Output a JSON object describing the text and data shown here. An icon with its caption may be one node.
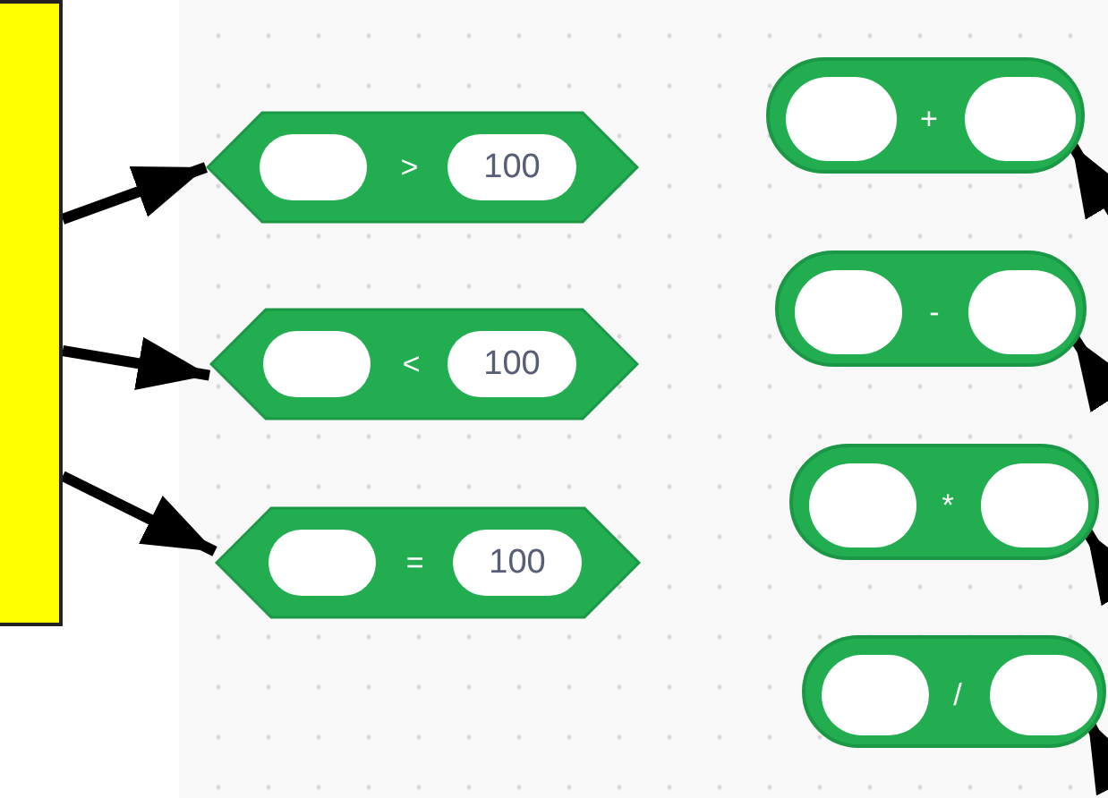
{
  "diagram": {
    "nodes": [
      {
        "text": [],
        "shape": "box"
      },
      {
        "text": [
          ">"
        ]
      },
      {
        "text": [],
        "shape": "oval",
        "in": 1
      },
      {
        "text": [
          "100"
        ],
        "in": 1
      },
      {
        "text": [
          "<"
        ]
      },
      {
        "text": [],
        "shape": "oval",
        "in": 4
      },
      {
        "text": [
          "100"
        ],
        "in": 4
      },
      {
        "text": [
          "="
        ]
      },
      {
        "text": [],
        "shape": "oval",
        "in": 7
      },
      {
        "text": [
          "100"
        ],
        "in": 7
      },
      {
        "text": [
          "+"
        ]
      },
      {
        "text": [],
        "shape": "oval",
        "in": 10
      },
      {
        "text": [],
        "shape": "oval",
        "in": 10
      },
      {
        "text": [
          "-"
        ]
      },
      {
        "text": [],
        "shape": "oval",
        "in": 13
      },
      {
        "text": [],
        "shape": "oval",
        "in": 13
      },
      {
        "text": [
          "*"
        ]
      },
      {
        "text": [],
        "shape": "oval",
        "in": 16
      },
      {
        "text": [],
        "shape": "oval",
        "in": 16
      },
      {
        "text": [
          "/"
        ]
      },
      {
        "text": [],
        "shape": "oval",
        "in": 19
      },
      {
        "text": [],
        "shape": "oval",
        "in": 19
      }
    ],
    "edges": [
      {
        "from": 0,
        "to": 1,
        "arrow": "to"
      },
      {
        "from": 0,
        "to": 4,
        "arrow": "to"
      },
      {
        "from": 0,
        "to": 7,
        "arrow": "to"
      },
      {
        "from": null,
        "to": 10,
        "arrow": "to"
      },
      {
        "from": null,
        "to": 13,
        "arrow": "to"
      },
      {
        "from": null,
        "to": 16,
        "arrow": "to"
      },
      {
        "from": null,
        "to": 19,
        "arrow": "to"
      }
    ]
  }
}
